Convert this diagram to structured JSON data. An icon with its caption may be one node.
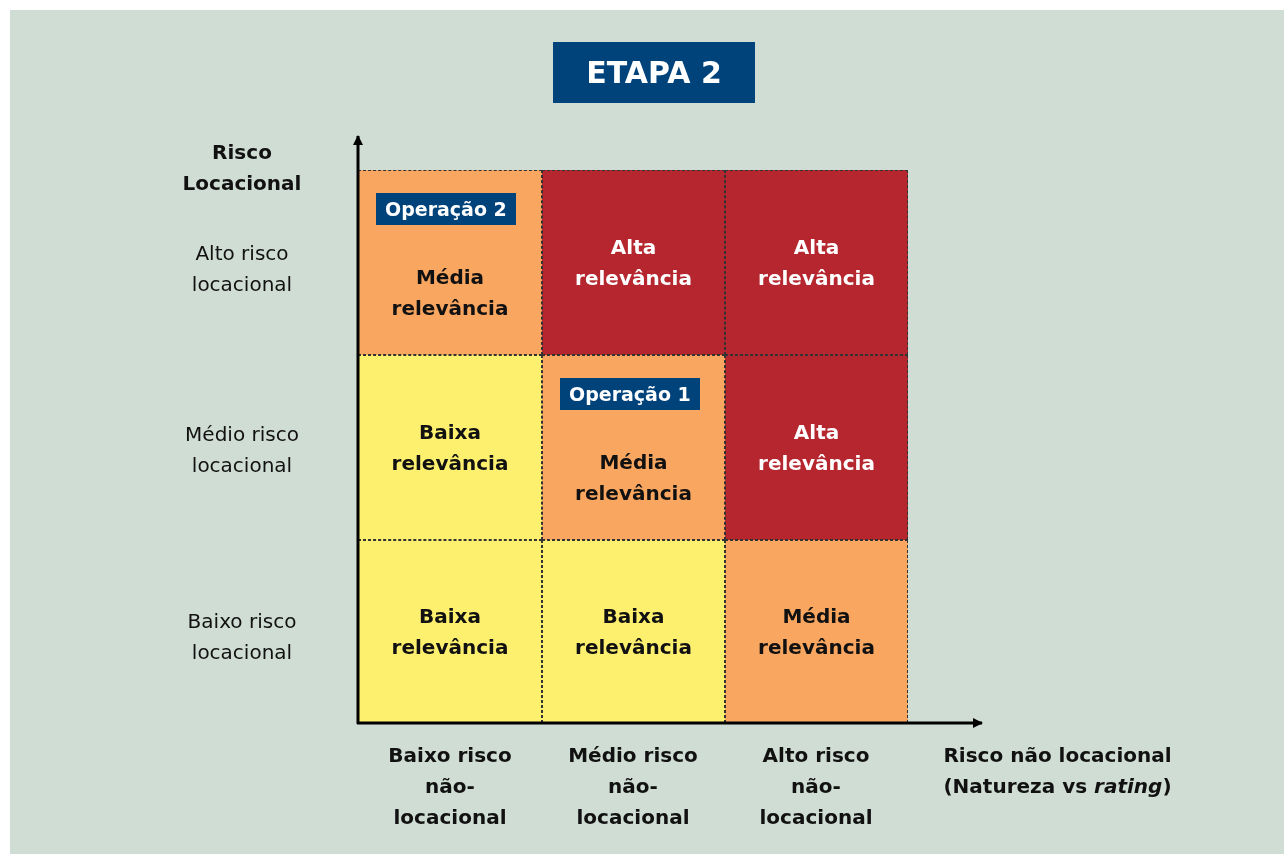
{
  "diagram": {
    "title": "ETAPA 2",
    "nodes": [
      {
        "text": [
          "Média relevância"
        ]
      },
      {
        "text": [
          "Operação 2"
        ],
        "in": 0
      },
      {
        "text": [
          "Alta relevância"
        ]
      },
      {
        "text": [
          "Alta relevância"
        ]
      },
      {
        "text": [
          "Baixa relevância"
        ]
      },
      {
        "text": [
          "Média relevância"
        ]
      },
      {
        "text": [
          "Operação 1"
        ],
        "in": 5
      },
      {
        "text": [
          "Alta relevância"
        ]
      },
      {
        "text": [
          "Baixa relevância"
        ]
      },
      {
        "text": [
          "Baixa relevância"
        ]
      },
      {
        "text": [
          "Média relevância"
        ]
      }
    ],
    "labels": [
      "Risco Locacional",
      "Alto risco locacional",
      "Médio risco locacional",
      "Baixo risco locacional",
      "Baixo risco não-locacional",
      "Médio risco não-locacional",
      "Alto risco não-locacional",
      "Risco não locacional (Natureza vs *rating*)"
    ]
  }
}
